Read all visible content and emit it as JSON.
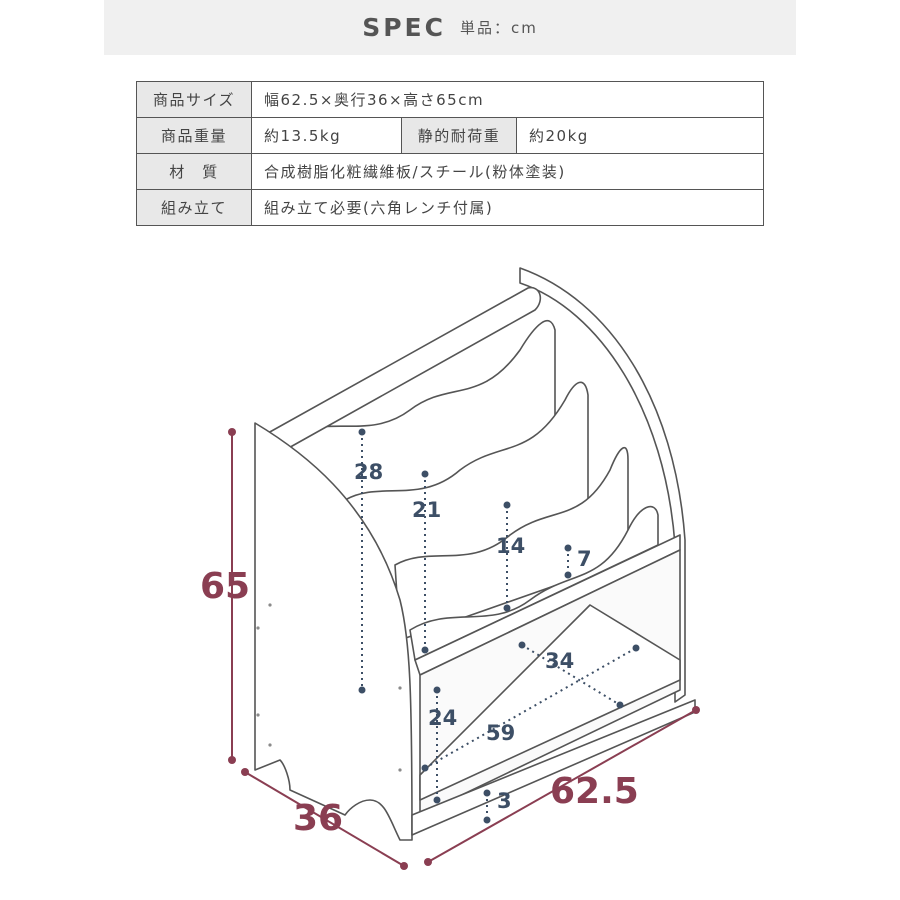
{
  "header": {
    "title": "SPEC",
    "unit": "単品：cm"
  },
  "spec_table": {
    "size_label": "商品サイズ",
    "size_value": "幅62.5×奥行36×高さ65cm",
    "weight_label": "商品重量",
    "weight_value": "約13.5kg",
    "load_label": "静的耐荷重",
    "load_value": "約20kg",
    "material_label": "材　質",
    "material_value": "合成樹脂化粧繊維板/スチール(粉体塗装)",
    "assembly_label": "組み立て",
    "assembly_value": "組み立て必要(六角レンチ付属)"
  },
  "dimensions": {
    "height": "65",
    "depth": "36",
    "width": "62.5",
    "slot1": "28",
    "slot2": "21",
    "slot3": "14",
    "slot4": "7",
    "shelf_depth": "34",
    "shelf_width": "59",
    "shelf_height": "24",
    "base_height": "3"
  },
  "colors": {
    "outer_dimension": "#8a3e52",
    "inner_dimension": "#3d4f66",
    "line": "#555555"
  }
}
